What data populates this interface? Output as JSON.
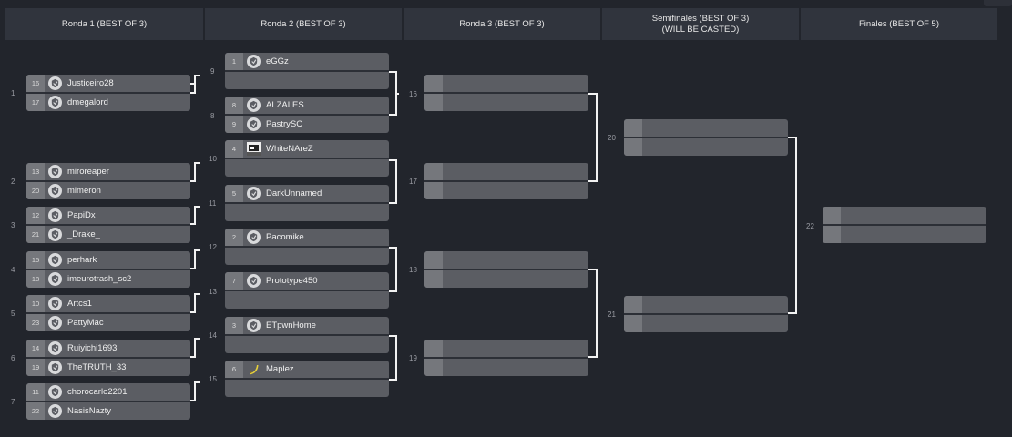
{
  "rounds": [
    {
      "title": "Ronda 1 (BEST OF 3)",
      "subtitle": ""
    },
    {
      "title": "Ronda 2 (BEST OF 3)",
      "subtitle": ""
    },
    {
      "title": "Ronda 3 (BEST OF 3)",
      "subtitle": ""
    },
    {
      "title": "Semifinales (BEST OF 3)",
      "subtitle": "(WILL BE CASTED)"
    },
    {
      "title": "Finales (BEST OF 5)",
      "subtitle": ""
    }
  ],
  "matches": {
    "m1": {
      "label": "1",
      "p1": {
        "seed": "16",
        "name": "Justiceiro28",
        "icon": "shield-icon"
      },
      "p2": {
        "seed": "17",
        "name": "dmegalord",
        "icon": "shield-icon"
      }
    },
    "m2": {
      "label": "2",
      "p1": {
        "seed": "13",
        "name": "miroreaper",
        "icon": "shield-icon"
      },
      "p2": {
        "seed": "20",
        "name": "mimeron",
        "icon": "shield-icon"
      }
    },
    "m3": {
      "label": "3",
      "p1": {
        "seed": "12",
        "name": "PapiDx",
        "icon": "shield-icon"
      },
      "p2": {
        "seed": "21",
        "name": "_Drake_",
        "icon": "shield-icon"
      }
    },
    "m4": {
      "label": "4",
      "p1": {
        "seed": "15",
        "name": "perhark",
        "icon": "shield-icon"
      },
      "p2": {
        "seed": "18",
        "name": "imeurotrash_sc2",
        "icon": "shield-icon"
      }
    },
    "m5": {
      "label": "5",
      "p1": {
        "seed": "10",
        "name": "Artcs1",
        "icon": "shield-icon"
      },
      "p2": {
        "seed": "23",
        "name": "PattyMac",
        "icon": "shield-icon"
      }
    },
    "m6": {
      "label": "6",
      "p1": {
        "seed": "14",
        "name": "Ruiyichi1693",
        "icon": "shield-icon"
      },
      "p2": {
        "seed": "19",
        "name": "TheTRUTH_33",
        "icon": "shield-icon"
      }
    },
    "m7": {
      "label": "7",
      "p1": {
        "seed": "11",
        "name": "chorocarlo2201",
        "icon": "shield-icon"
      },
      "p2": {
        "seed": "22",
        "name": "NasisNazty",
        "icon": "shield-icon"
      }
    },
    "m8": {
      "label": "8",
      "p1": {
        "seed": "8",
        "name": "ALZALES",
        "icon": "shield-icon"
      },
      "p2": {
        "seed": "9",
        "name": "PastrySC",
        "icon": "shield-icon"
      }
    },
    "m9": {
      "label": "9",
      "p1": {
        "seed": "1",
        "name": "eGGz",
        "icon": "shield-icon"
      },
      "p2": {
        "seed": "",
        "name": "",
        "icon": ""
      }
    },
    "m10": {
      "label": "10",
      "p1": {
        "seed": "4",
        "name": "WhiteNAreZ",
        "icon": "avatar-image-icon"
      },
      "p2": {
        "seed": "",
        "name": "",
        "icon": ""
      }
    },
    "m11": {
      "label": "11",
      "p1": {
        "seed": "5",
        "name": "DarkUnnamed",
        "icon": "shield-icon"
      },
      "p2": {
        "seed": "",
        "name": "",
        "icon": ""
      }
    },
    "m12": {
      "label": "12",
      "p1": {
        "seed": "2",
        "name": "Pacomike",
        "icon": "shield-icon"
      },
      "p2": {
        "seed": "",
        "name": "",
        "icon": ""
      }
    },
    "m13": {
      "label": "13",
      "p1": {
        "seed": "7",
        "name": "Prototype450",
        "icon": "shield-icon"
      },
      "p2": {
        "seed": "",
        "name": "",
        "icon": ""
      }
    },
    "m14": {
      "label": "14",
      "p1": {
        "seed": "3",
        "name": "ETpwnHome",
        "icon": "shield-icon"
      },
      "p2": {
        "seed": "",
        "name": "",
        "icon": ""
      }
    },
    "m15": {
      "label": "15",
      "p1": {
        "seed": "6",
        "name": "Maplez",
        "icon": "banana-icon"
      },
      "p2": {
        "seed": "",
        "name": "",
        "icon": ""
      }
    },
    "m16": {
      "label": "16"
    },
    "m17": {
      "label": "17"
    },
    "m18": {
      "label": "18"
    },
    "m19": {
      "label": "19"
    },
    "m20": {
      "label": "20"
    },
    "m21": {
      "label": "21"
    },
    "m22": {
      "label": "22"
    }
  },
  "colors": {
    "background": "#22252c",
    "header": "#30343d",
    "slot": "#5b5d63",
    "seed_box": "#75777c",
    "connector": "#f2f2f2"
  }
}
